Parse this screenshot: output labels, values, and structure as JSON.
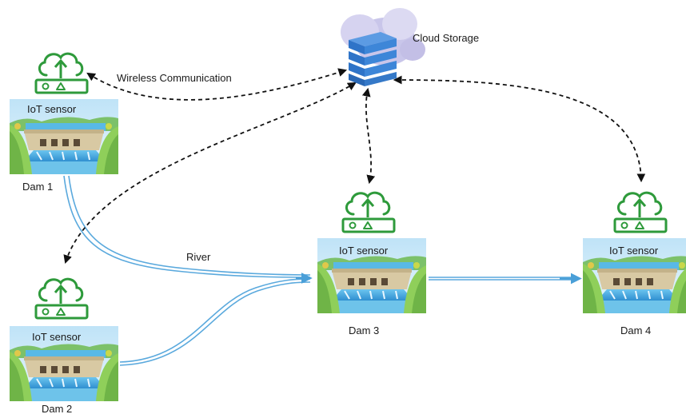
{
  "cloud": {
    "label": "Cloud Storage"
  },
  "link_label": "Wireless Communication",
  "river_label": "River",
  "dams": [
    {
      "name": "Dam 1",
      "sensor": "IoT sensor"
    },
    {
      "name": "Dam 2",
      "sensor": "IoT sensor"
    },
    {
      "name": "Dam 3",
      "sensor": "IoT sensor"
    },
    {
      "name": "Dam 4",
      "sensor": "IoT sensor"
    }
  ],
  "colors": {
    "sensor_green": "#2e9a3b",
    "river_blue": "#5aa9dd",
    "server_blue": "#2f74c8",
    "cloud_lilac": "#c9c6ea"
  }
}
